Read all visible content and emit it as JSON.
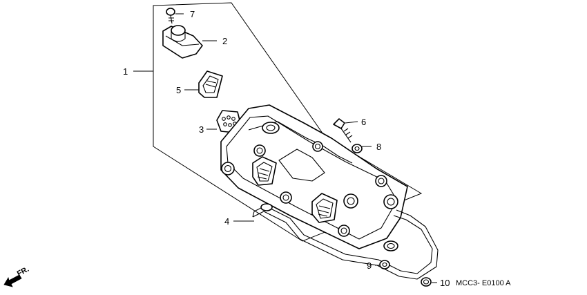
{
  "diagram": {
    "callouts": [
      {
        "id": "1",
        "label": "1"
      },
      {
        "id": "2",
        "label": "2"
      },
      {
        "id": "3",
        "label": "3"
      },
      {
        "id": "4",
        "label": "4"
      },
      {
        "id": "5",
        "label": "5"
      },
      {
        "id": "6",
        "label": "6"
      },
      {
        "id": "7",
        "label": "7"
      },
      {
        "id": "8",
        "label": "8"
      },
      {
        "id": "9",
        "label": "9"
      },
      {
        "id": "10",
        "label": "10"
      }
    ],
    "diagram_code": "MCC3- E0100 A",
    "front_indicator": "FR."
  },
  "icons": {
    "front_arrow": "arrow-left-down-icon"
  }
}
